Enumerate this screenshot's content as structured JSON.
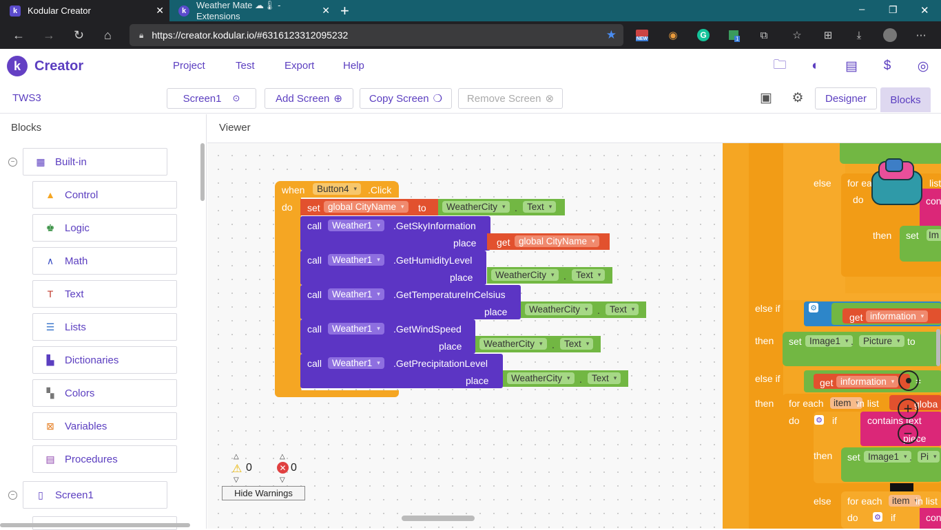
{
  "browser": {
    "tabs": [
      {
        "title": "Kodular Creator",
        "favicon": "k",
        "active": true
      },
      {
        "title": "Weather Mate ☁🌡 - Extensions",
        "favicon": "k",
        "active": false
      }
    ],
    "new_tab": "+",
    "url": "https://creator.kodular.io/#6316123312095232",
    "window_controls": [
      "–",
      "❐",
      "✕"
    ],
    "ext_badge": "NEW",
    "ext_count": "1"
  },
  "app": {
    "brand": "Creator",
    "logo_letter": "k",
    "menu": [
      "Project",
      "Test",
      "Export",
      "Help"
    ],
    "project_name": "TWS3",
    "screen_select": "Screen1",
    "add_screen": "Add Screen",
    "copy_screen": "Copy Screen",
    "remove_screen": "Remove Screen",
    "designer": "Designer",
    "blocks": "Blocks"
  },
  "palette": {
    "title": "Blocks",
    "builtin": "Built-in",
    "items": [
      "Control",
      "Logic",
      "Math",
      "Text",
      "Lists",
      "Dictionaries",
      "Colors",
      "Variables",
      "Procedures"
    ],
    "item_colors": [
      "#f5a623",
      "#2e8b3a",
      "#3b4fc4",
      "#c0392b",
      "#3370c9",
      "#5b3ec0",
      "#777777",
      "#e67e22",
      "#8e44ad"
    ],
    "screen": "Screen1"
  },
  "viewer": {
    "title": "Viewer",
    "event": {
      "when": "when",
      "component": "Button4",
      "event": ".Click",
      "do": "do"
    },
    "set_block": {
      "set": "set",
      "var": "global CityName",
      "to": "to",
      "comp": "WeatherCity",
      "prop": "Text"
    },
    "calls": [
      {
        "call": "call",
        "comp": "Weather1",
        "method": ".GetSkyInformation",
        "place": "place",
        "arg_type": "get",
        "get": "get",
        "var": "global CityName"
      },
      {
        "call": "call",
        "comp": "Weather1",
        "method": ".GetHumidityLevel",
        "place": "place",
        "arg_type": "prop",
        "comp2": "WeatherCity",
        "prop": "Text"
      },
      {
        "call": "call",
        "comp": "Weather1",
        "method": ".GetTemperatureInCelsius",
        "place": "place",
        "arg_type": "prop",
        "comp2": "WeatherCity",
        "prop": "Text"
      },
      {
        "call": "call",
        "comp": "Weather1",
        "method": ".GetWindSpeed",
        "place": "place",
        "arg_type": "prop",
        "comp2": "WeatherCity",
        "prop": "Text"
      },
      {
        "call": "call",
        "comp": "Weather1",
        "method": ".GetPrecipitationLevel",
        "place": "place",
        "arg_type": "prop",
        "comp2": "WeatherCity",
        "prop": "Text"
      }
    ],
    "dot": ".",
    "warnings_count": "0",
    "errors_count": "0",
    "hide_warnings": "Hide Warnings",
    "right_fragments": {
      "else": "else",
      "for_each": "for each",
      "do": "do",
      "then": "then",
      "set": "set",
      "else_if": "else if",
      "get": "get",
      "information": "information",
      "image1": "Image1",
      "picture": "Picture",
      "to": "to",
      "item": "item",
      "in_list": "in list",
      "if": "if",
      "contains_text": "contains text",
      "piece": "piece",
      "frag_list": "list",
      "frag_con": "con",
      "frag_im": "Im",
      "frag_global": "globa",
      "frag_pi": "Pi",
      "frag_fe": "for ea",
      "equals": "="
    }
  }
}
